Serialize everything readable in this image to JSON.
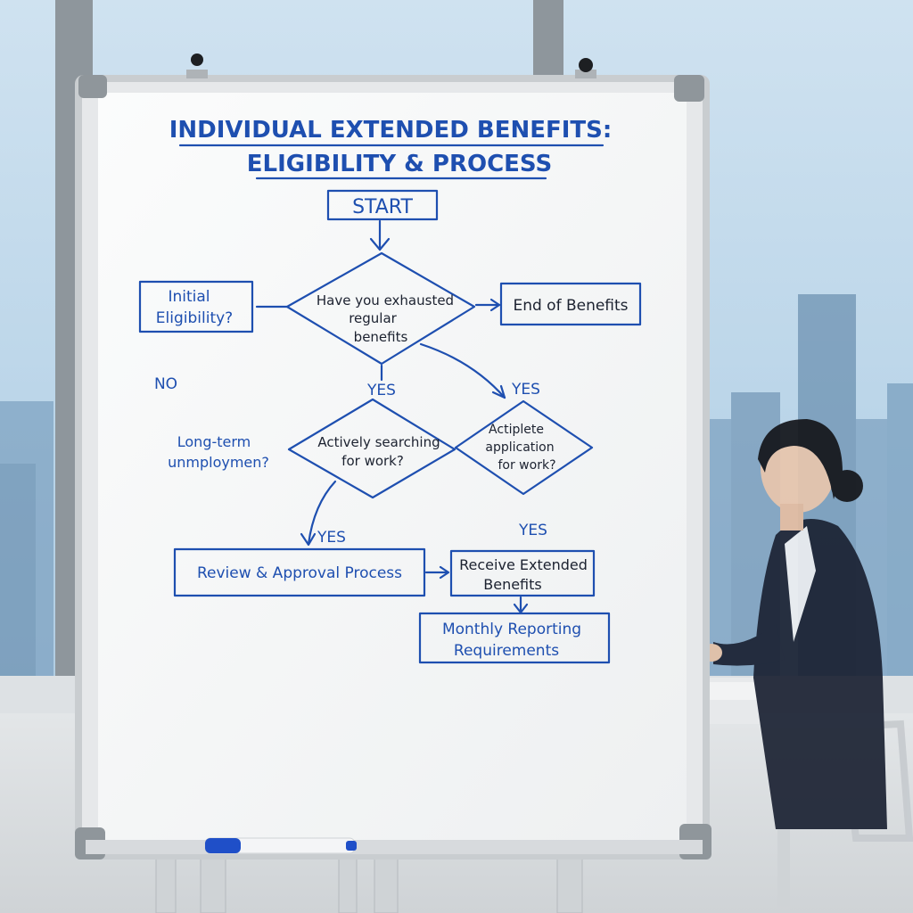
{
  "board": {
    "title_line1": "INDIVIDUAL EXTENDED BENEFITS:",
    "title_line2": "ELIGIBILITY & PROCESS",
    "ink_color": "#1e4fb0",
    "text_color": "#1c2230"
  },
  "flowchart": {
    "nodes": {
      "start": "START",
      "initial_eligibility": [
        "Initial",
        "Eligibility?"
      ],
      "exhausted_regular": [
        "Have you exhausted",
        "regular",
        "benefits"
      ],
      "end_of_benefits": "End of Benefits",
      "long_term": [
        "Long-term",
        "unmploymen?"
      ],
      "actively_searching": [
        "Actively searching",
        "for work?"
      ],
      "actiplete_application": [
        "Actiplete",
        "application",
        "for work?"
      ],
      "review_approval": "Review & Approval Process",
      "receive_extended": [
        "Receive Extended",
        "Benefits"
      ],
      "monthly_reporting": [
        "Monthly Reporting",
        "Requirements"
      ]
    },
    "edge_labels": {
      "no": "NO",
      "yes_center": "YES",
      "yes_right": "YES",
      "yes_lower_left": "YES",
      "yes_lower_right": "YES"
    }
  },
  "marker": {
    "color": "#1f4fc8"
  }
}
